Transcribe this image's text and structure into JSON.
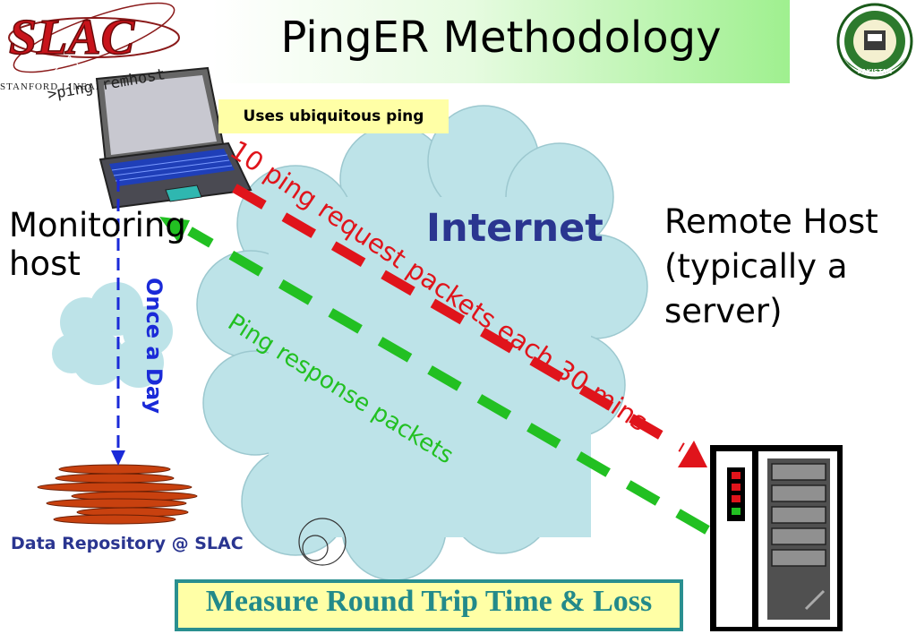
{
  "title": "PingER Methodology",
  "logo_left": {
    "name": "SLAC",
    "caption": "STANFORD LINEAR"
  },
  "logo_right": {
    "caption": "PAKISTAN"
  },
  "command": ">ping remhost",
  "badge": "Uses ubiquitous ping",
  "monitoring_host": "Monitoring host",
  "remote_host": "Remote Host (typically a server)",
  "internet": "Internet",
  "request_text": "10 ping request packets each 30 mins",
  "response_text": "Ping response packets",
  "once_a_day": "Once a Day",
  "repository": "Data Repository @ SLAC",
  "bottom_box": "Measure Round Trip Time & Loss",
  "colors": {
    "request": "#e0141b",
    "response": "#22c022",
    "daily": "#1a2ad8",
    "cloud": "#bde3e8",
    "title_green": "#9ff08f"
  }
}
